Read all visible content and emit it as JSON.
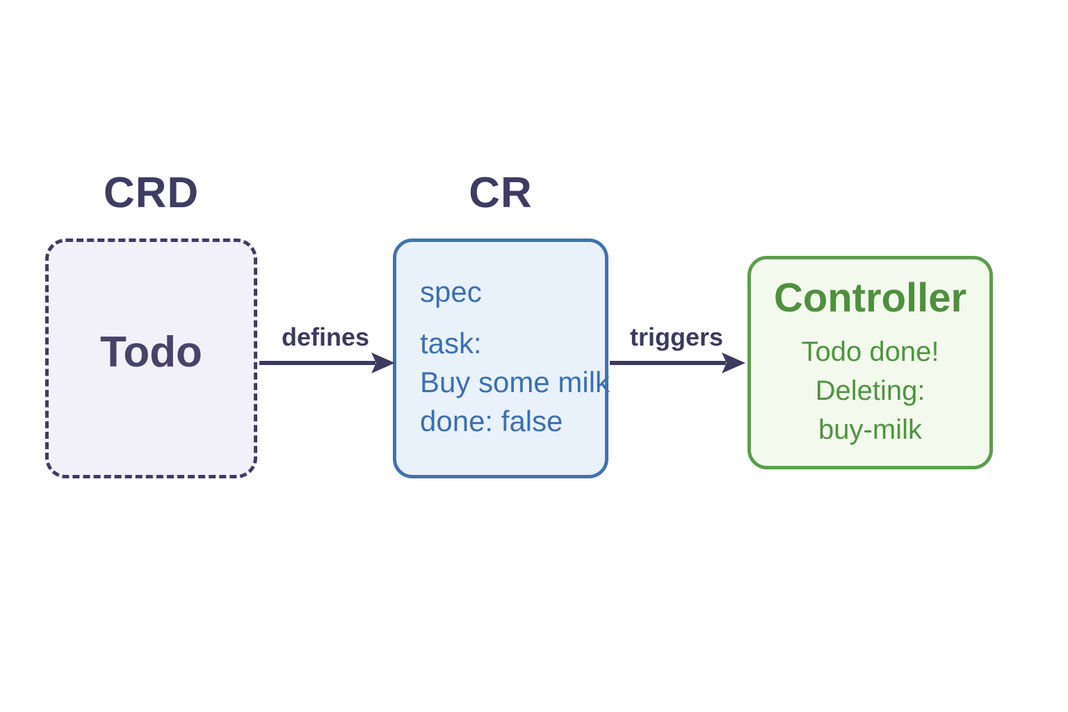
{
  "colors": {
    "ink": "#3c3a5e",
    "crd_fill": "#f2f0f9",
    "crd_border": "#3f3c63",
    "cr_fill": "#e9f1fb",
    "cr_border": "#4273ad",
    "cr_text": "#3d6fb0",
    "controller_fill": "#f3f9ec",
    "controller_border": "#5b9e4d",
    "controller_text": "#4f9441"
  },
  "nodes": {
    "crd": {
      "title": "CRD",
      "label": "Todo"
    },
    "cr": {
      "title": "CR",
      "spec_label": "spec",
      "lines": [
        "task:",
        "Buy some milk",
        "done: false"
      ]
    },
    "controller": {
      "heading": "Controller",
      "lines": [
        "Todo done!",
        "Deleting:",
        "buy-milk"
      ]
    }
  },
  "edges": [
    {
      "label": "defines"
    },
    {
      "label": "triggers"
    }
  ]
}
